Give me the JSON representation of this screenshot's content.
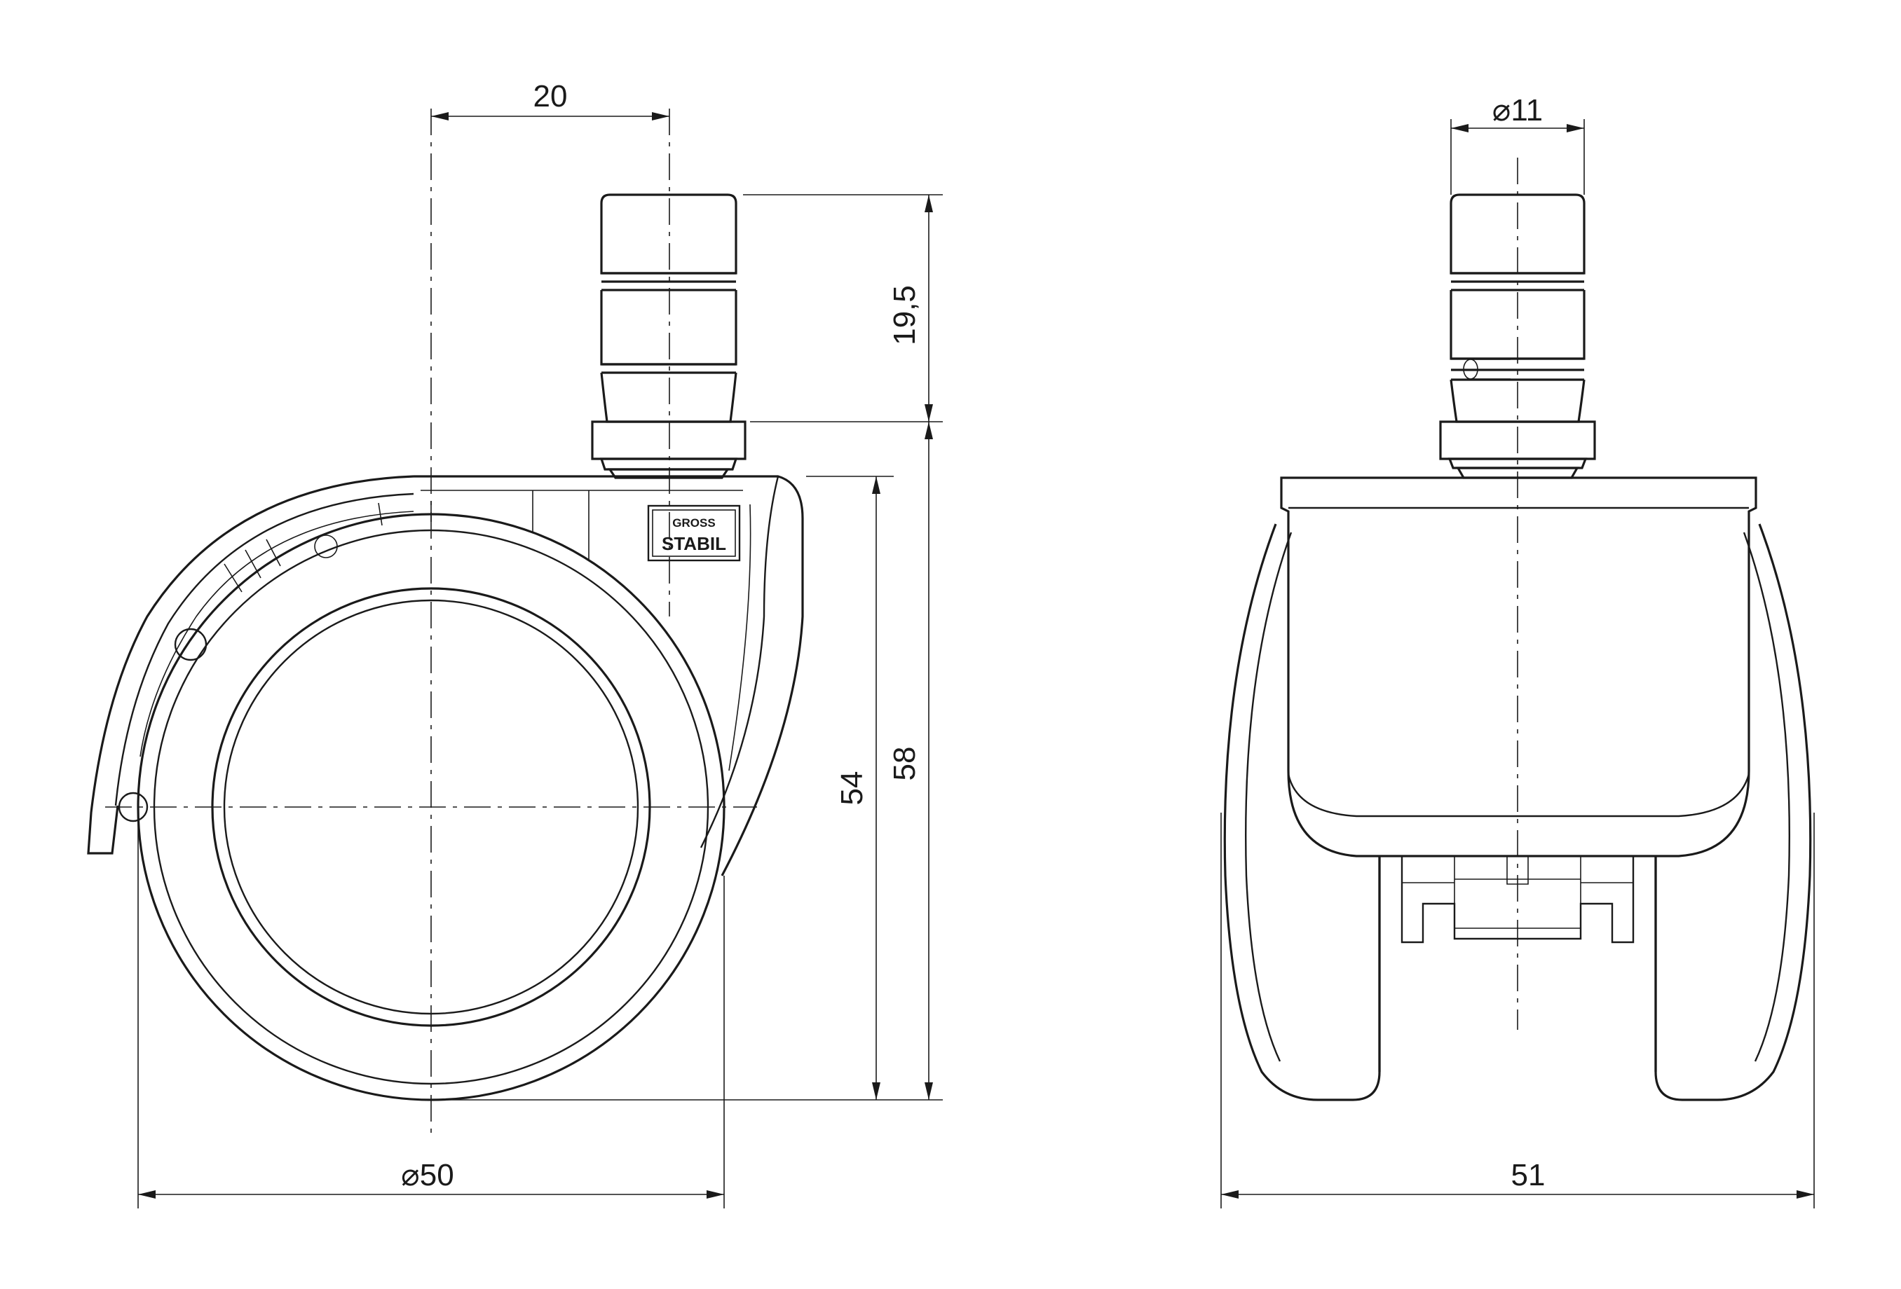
{
  "drawing": {
    "side_view": {
      "dim_top": "20",
      "dim_stem_height": "19,5",
      "dim_height_inner": "54",
      "dim_height_total": "58",
      "dim_wheel_diameter": "⌀50",
      "logo_text_top": "GROSS",
      "logo_text_bottom": "STABIL"
    },
    "front_view": {
      "dim_stem_diameter": "⌀11",
      "dim_width": "51"
    }
  }
}
